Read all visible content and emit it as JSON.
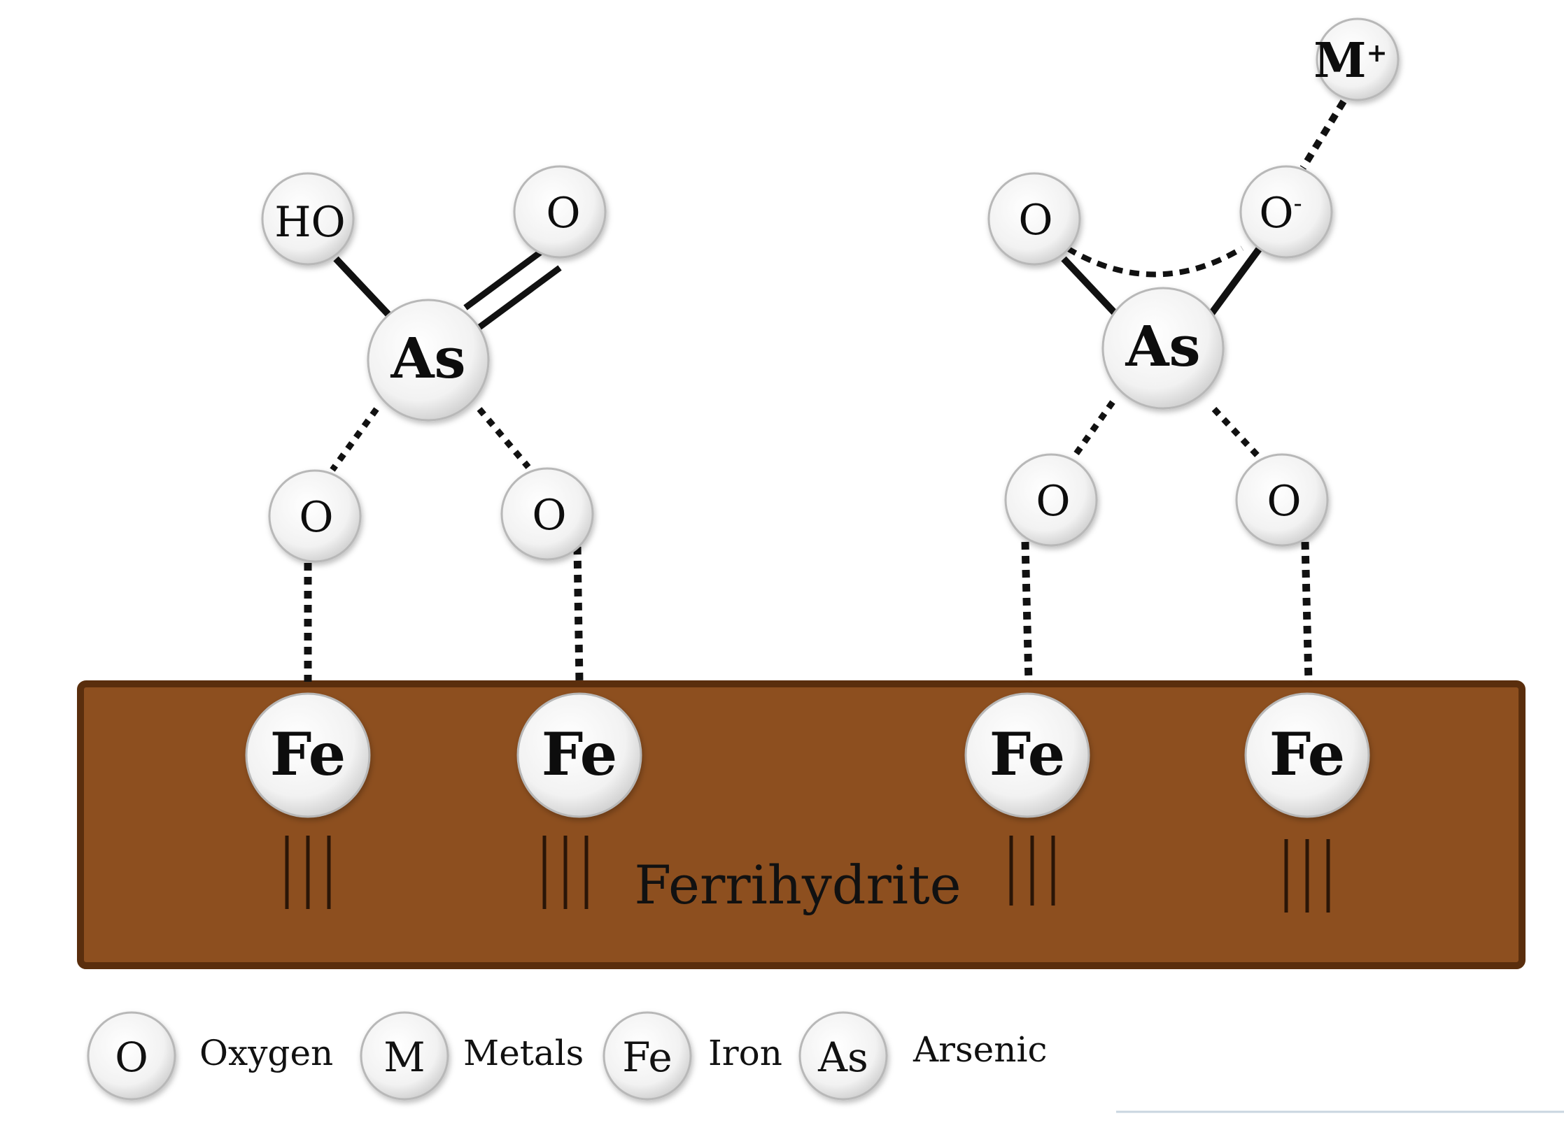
{
  "atoms": {
    "m_plus": {
      "main": "M",
      "sup": "+"
    },
    "ho": "HO",
    "o_double": "O",
    "o_left": "O",
    "o_minus": {
      "main": "O",
      "sup": "-"
    },
    "as_left": "As",
    "as_right": "As",
    "o_bl1": "O",
    "o_bl2": "O",
    "o_br1": "O",
    "o_br2": "O",
    "fe1": "Fe",
    "fe2": "Fe",
    "fe3": "Fe",
    "fe4": "Fe"
  },
  "surface": {
    "label": "Ferrihydrite"
  },
  "legend": [
    {
      "symbol": "O",
      "label": "Oxygen"
    },
    {
      "symbol": "M",
      "label": "Metals"
    },
    {
      "symbol": "Fe",
      "label": "Iron"
    },
    {
      "symbol": "As",
      "label": "Arsenic"
    }
  ],
  "colors": {
    "surface_fill": "#8d4f1f",
    "surface_border": "#5a2e0d",
    "atom_fill": "#f4f4f4",
    "atom_edge": "#b8b8b8",
    "bond": "#111111"
  }
}
